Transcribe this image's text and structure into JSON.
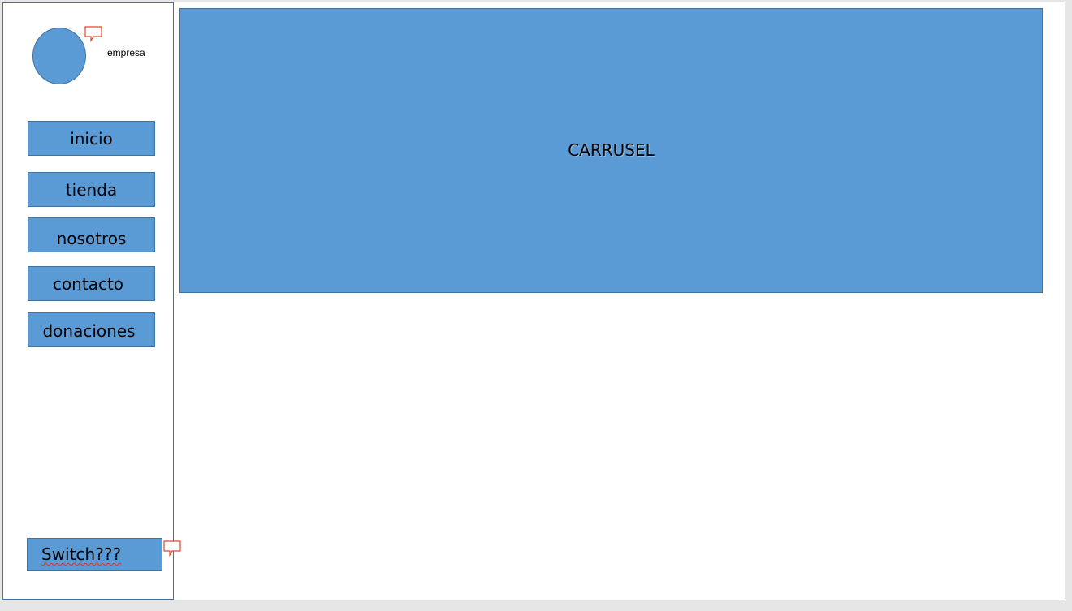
{
  "sidebar": {
    "company_label": "empresa",
    "nav_items": [
      {
        "label": "inicio"
      },
      {
        "label": "tienda"
      },
      {
        "label": "nosotros"
      },
      {
        "label": "contacto"
      },
      {
        "label": "donaciones"
      }
    ],
    "switch_label": "Switch???"
  },
  "main": {
    "carousel_label": "CARRUSEL"
  },
  "colors": {
    "shape_fill": "#5b9bd5",
    "shape_border": "#41719c",
    "comment_icon": "#e0472a"
  },
  "icons": {
    "comment": "comment-icon"
  }
}
